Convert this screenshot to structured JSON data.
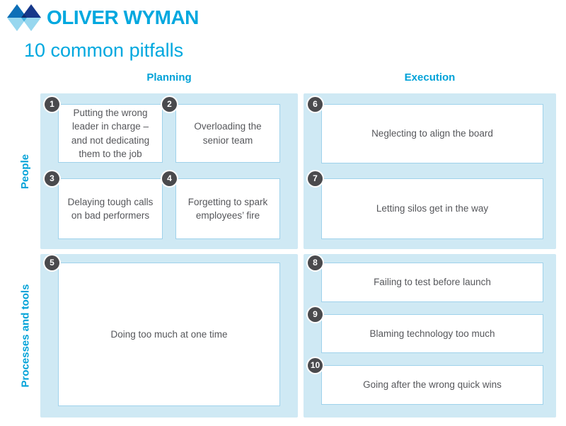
{
  "brand": {
    "wordmark": "OLIVER WYMAN",
    "logo_icon": "oliver-wyman-m-diamonds"
  },
  "title": "10 common pitfalls",
  "matrix": {
    "column_headers": [
      {
        "label": "Planning"
      },
      {
        "label": "Execution"
      }
    ],
    "row_headers": [
      {
        "label": "People"
      },
      {
        "label": "Processes and tools"
      }
    ],
    "cells": [
      {
        "num": "1",
        "column": "Planning",
        "row": "People",
        "text": "Putting the wrong leader in charge – and not dedicating them to the job"
      },
      {
        "num": "2",
        "column": "Planning",
        "row": "People",
        "text": "Overloading the senior team"
      },
      {
        "num": "3",
        "column": "Planning",
        "row": "People",
        "text": "Delaying tough calls on bad performers"
      },
      {
        "num": "4",
        "column": "Planning",
        "row": "People",
        "text": "Forgetting to spark employees’ fire"
      },
      {
        "num": "5",
        "column": "Planning",
        "row": "Processes and tools",
        "text": "Doing too much at one time"
      },
      {
        "num": "6",
        "column": "Execution",
        "row": "People",
        "text": "Neglecting to align the board"
      },
      {
        "num": "7",
        "column": "Execution",
        "row": "People",
        "text": "Letting silos get in the way"
      },
      {
        "num": "8",
        "column": "Execution",
        "row": "Processes and tools",
        "text": "Failing to test before launch"
      },
      {
        "num": "9",
        "column": "Execution",
        "row": "Processes and tools",
        "text": "Blaming technology too much"
      },
      {
        "num": "10",
        "column": "Execution",
        "row": "Processes and tools",
        "text": "Going after the wrong quick wins"
      }
    ]
  },
  "colors": {
    "accent_cyan": "#00a8df",
    "header_cyan": "#00a2d8",
    "panel_light_blue": "#cfe9f4",
    "card_border_blue": "#9fd2eb",
    "badge_gray": "#4a4a4d",
    "card_text_gray": "#56575b",
    "logo_dark_navy": "#16388a",
    "logo_medium_blue": "#0d6fb7",
    "logo_light_cyan": "#97d7ef"
  }
}
